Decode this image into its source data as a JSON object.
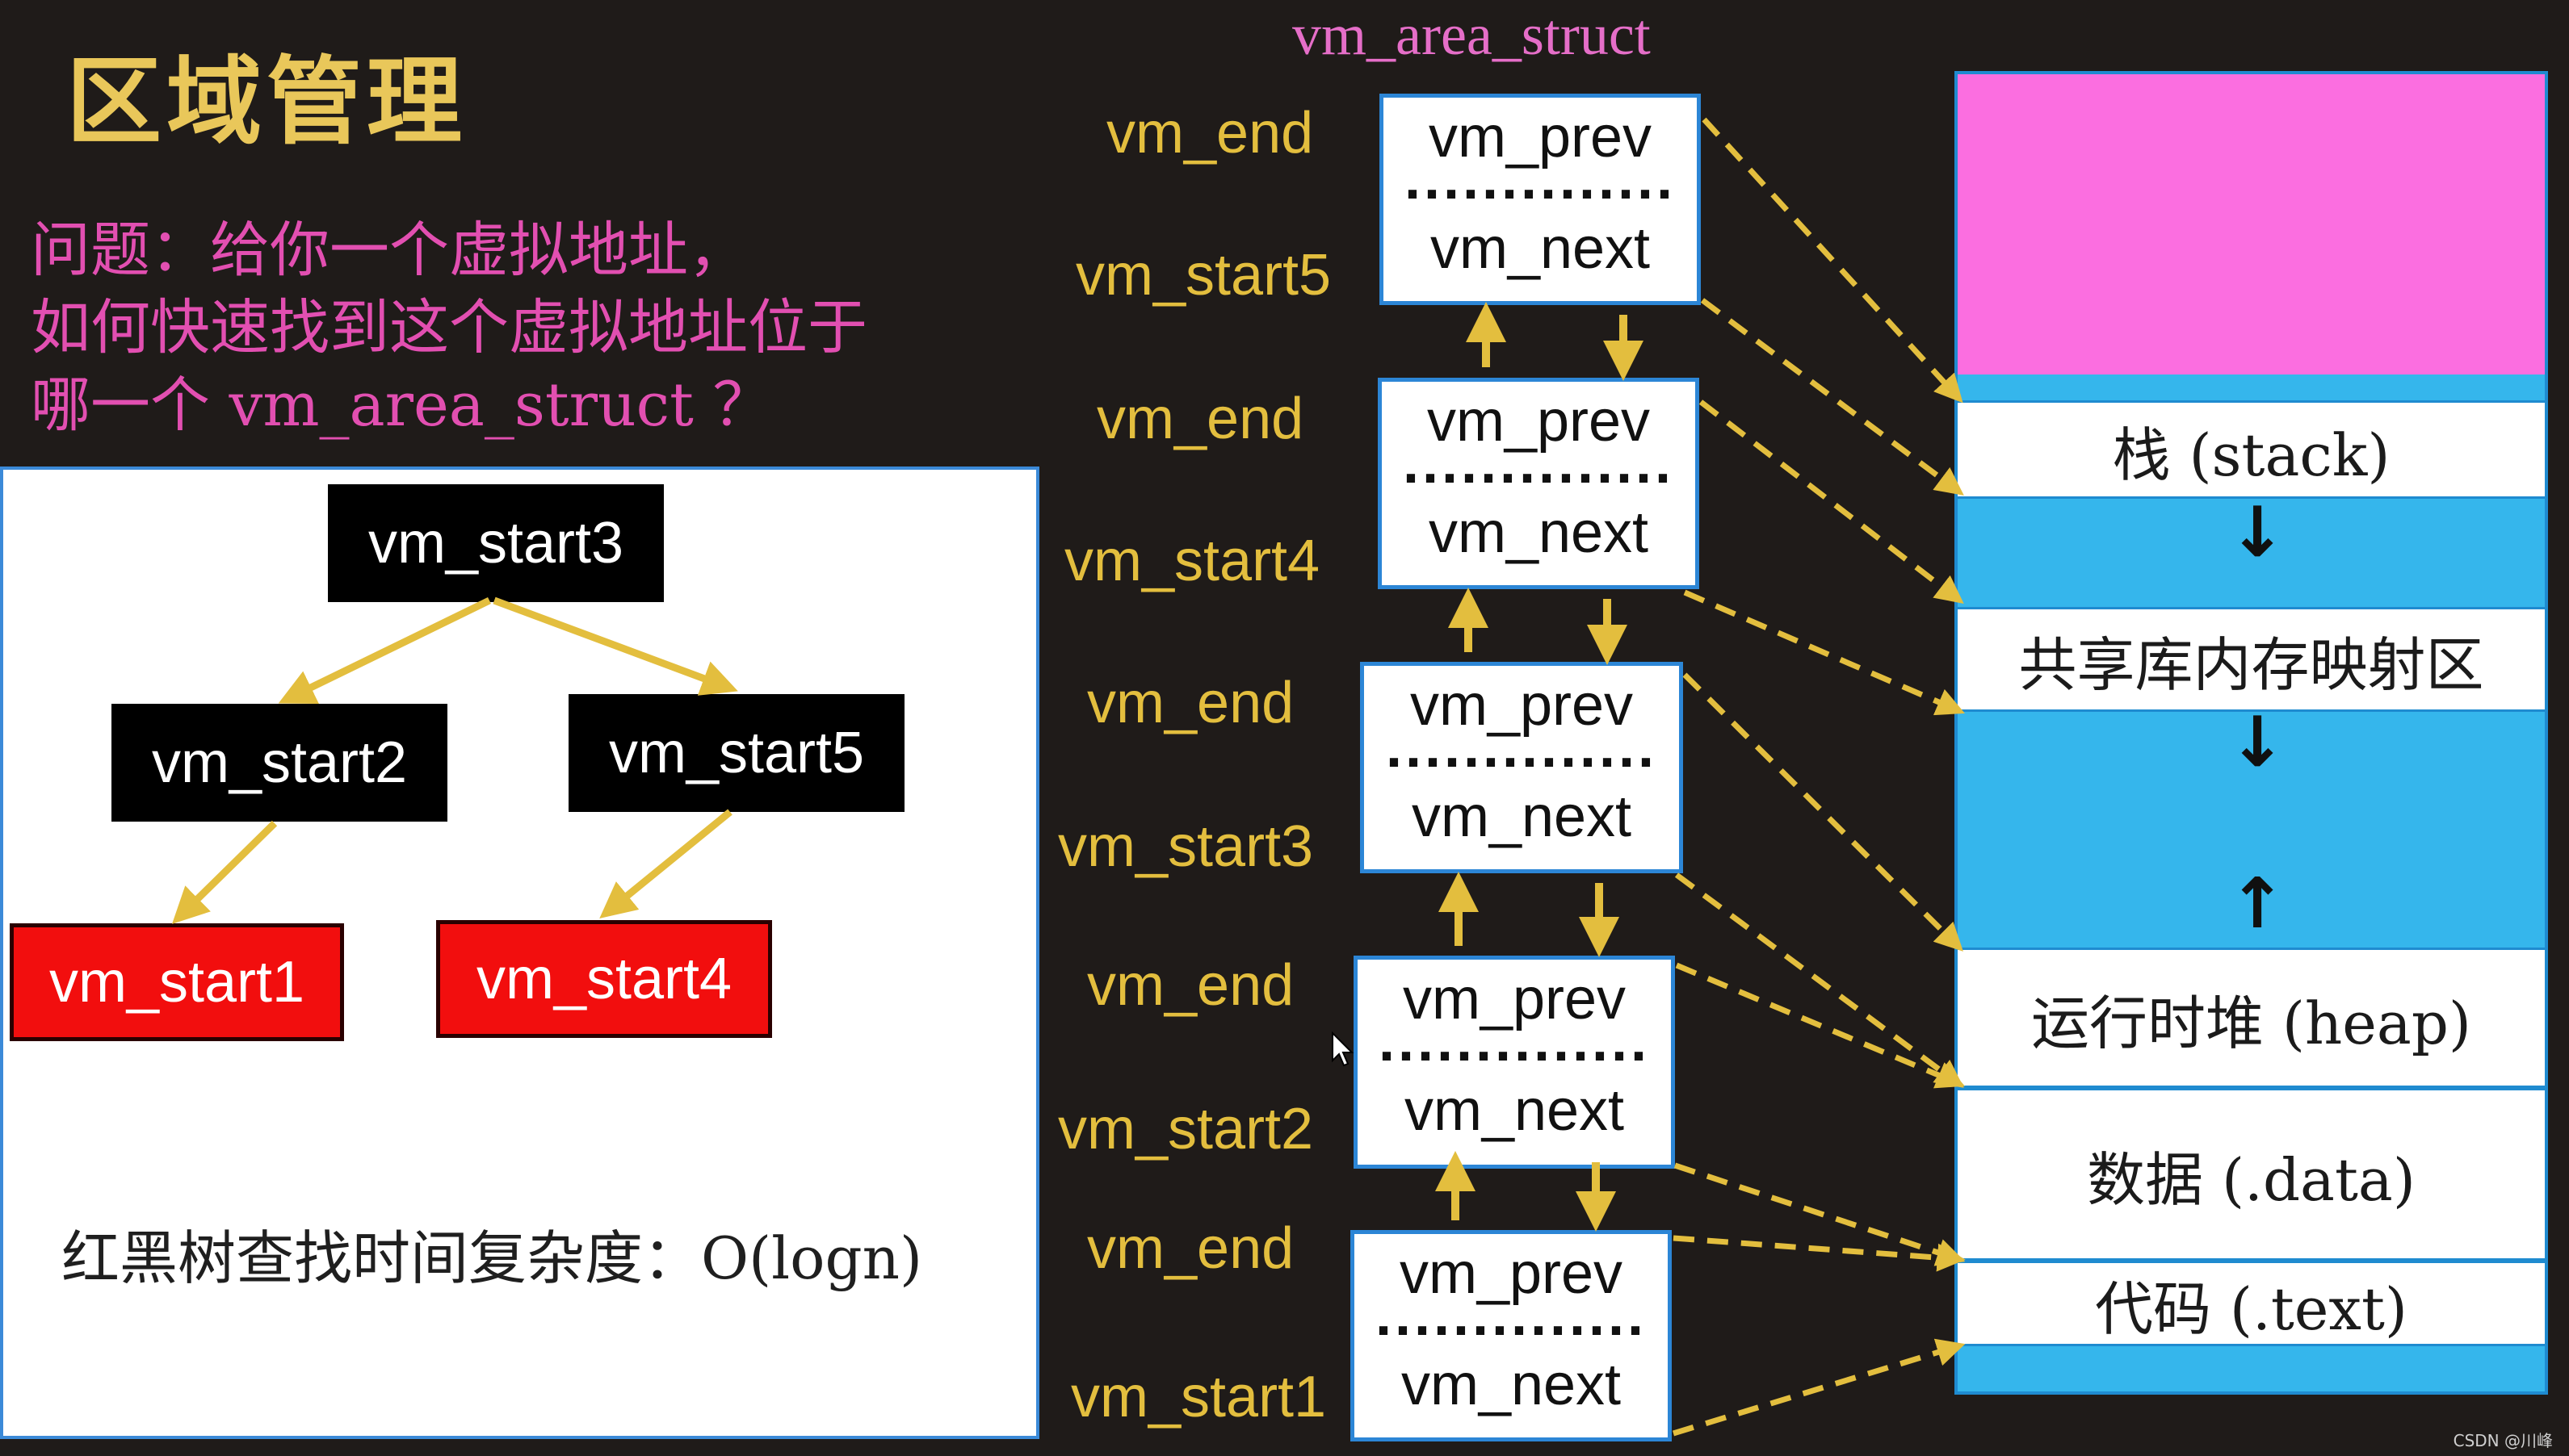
{
  "title": "区域管理",
  "question_lines": [
    "问题：给你一个虚拟地址，",
    "如何快速找到这个虚拟地址位于",
    "哪一个 vm_area_struct ？"
  ],
  "tree": {
    "root": "vm_start3",
    "left": "vm_start2",
    "right": "vm_start5",
    "left_leaf": "vm_start1",
    "right_leaf": "vm_start4",
    "complexity": "红黑树查找时间复杂度：O(logn)"
  },
  "struct_title": "vm_area_struct",
  "vm_areas": [
    {
      "end_label": "vm_end",
      "start_label": "vm_start5",
      "prev": "vm_prev",
      "dots": "..............",
      "next": "vm_next"
    },
    {
      "end_label": "vm_end",
      "start_label": "vm_start4",
      "prev": "vm_prev",
      "dots": "..............",
      "next": "vm_next"
    },
    {
      "end_label": "vm_end",
      "start_label": "vm_start3",
      "prev": "vm_prev",
      "dots": "..............",
      "next": "vm_next"
    },
    {
      "end_label": "vm_end",
      "start_label": "vm_start2",
      "prev": "vm_prev",
      "dots": "..............",
      "next": "vm_next"
    },
    {
      "end_label": "vm_end",
      "start_label": "vm_start1",
      "prev": "vm_prev",
      "dots": "..............",
      "next": "vm_next"
    }
  ],
  "memory_segments": {
    "stack": "栈 (stack)",
    "shared": "共享库内存映射区",
    "heap": "运行时堆 (heap)",
    "data": "数据 (.data)",
    "text": "代码 (.text)"
  },
  "colors": {
    "background": "#1f1b19",
    "title": "#e9c75a",
    "question": "#e24fb1",
    "arrow": "#e3be3e",
    "tree_node_red": "#f20e0e",
    "memory_blue": "#35b6ec",
    "memory_pink": "#fb6ee0"
  },
  "watermark": "CSDN @川峰"
}
